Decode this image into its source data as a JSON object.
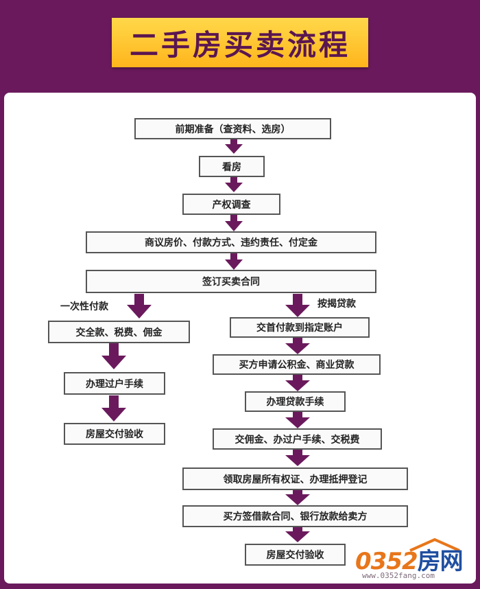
{
  "title": "二手房买卖流程",
  "nodes": {
    "n1": "前期准备（查资料、选房）",
    "n2": "看房",
    "n3": "产权调查",
    "n4": "商议房价、付款方式、违约责任、付定金",
    "n5": "签订买卖合同",
    "l1": "交全款、税费、佣金",
    "l2": "办理过户手续",
    "l3": "房屋交付验收",
    "r1": "交首付款到指定账户",
    "r2": "买方申请公积金、商业贷款",
    "r3": "办理贷款手续",
    "r4": "交佣金、办过户手续、交税费",
    "r5": "领取房屋所有权证、办理抵押登记",
    "r6": "买方签借款合同、银行放款给卖方",
    "r7": "房屋交付验收"
  },
  "branches": {
    "left": "一次性付款",
    "right": "按揭贷款"
  },
  "logo": {
    "brand": "0352",
    "brand_cn": "房网",
    "url": "www.0352fang.com"
  },
  "colors": {
    "background": "#6a1a5c",
    "arrow": "#6a1a5c",
    "title_bg": "#ffc62e"
  }
}
